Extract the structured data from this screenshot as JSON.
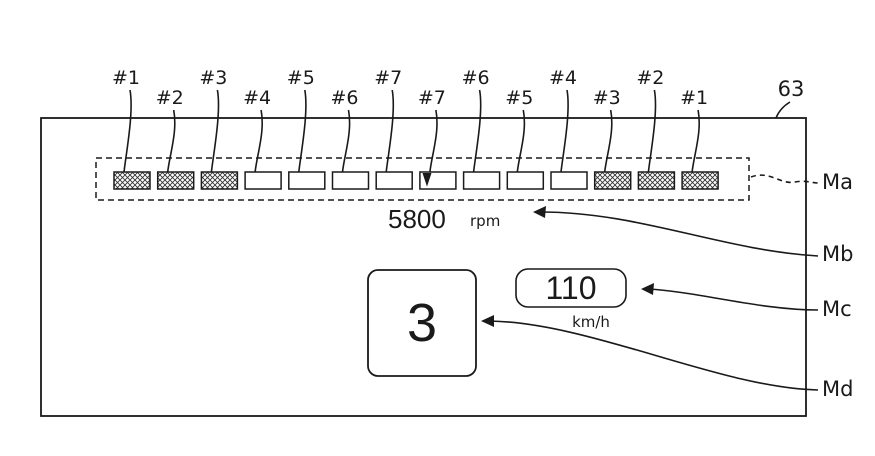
{
  "figure": {
    "panel_ref": "63",
    "segment_labels": [
      "#1",
      "#2",
      "#3",
      "#4",
      "#5",
      "#6",
      "#7",
      "#7",
      "#6",
      "#5",
      "#4",
      "#3",
      "#2",
      "#1"
    ],
    "segment_hatched": [
      true,
      true,
      true,
      false,
      false,
      false,
      false,
      false,
      false,
      false,
      false,
      true,
      true,
      true
    ],
    "rpm": {
      "value": "5800",
      "unit": "rpm"
    },
    "speed": {
      "value": "110",
      "unit": "km/h"
    },
    "gear": {
      "value": "3"
    },
    "callouts": {
      "tachometer_bar": "Ma",
      "rpm_readout": "Mb",
      "speed_readout": "Mc",
      "gear_indicator": "Md"
    }
  }
}
